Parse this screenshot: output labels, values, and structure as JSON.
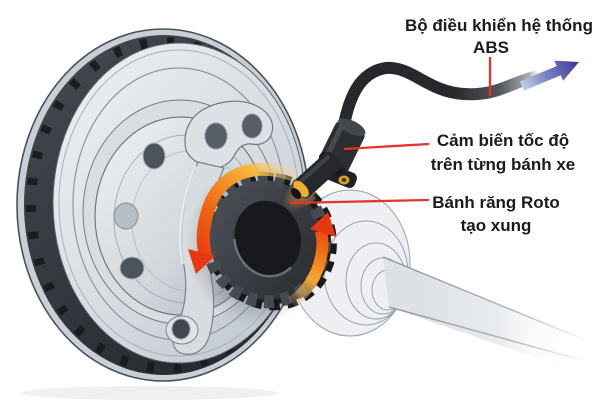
{
  "labels": {
    "abs_controller": {
      "line1": "Bộ điều khiển hệ thống",
      "line2": "ABS"
    },
    "wheel_speed_sensor": {
      "line1": "Cảm biến tốc độ",
      "line2": "trên từng bánh xe"
    },
    "rotor_ring": {
      "line1": "Bánh răng Roto",
      "line2": "tạo xung"
    }
  },
  "colors": {
    "background": "#ffffff",
    "label_text": "#1b1b1b",
    "leader_line": "#e5342b",
    "cable": "#26282c",
    "rotation_arrow_red": "#e93810",
    "rotation_arrow_orange": "#f5a52c",
    "signal_arrow_blue": "#3b3797",
    "tone_ring": "#3c4046",
    "sensor_body": "#26282d",
    "sensor_accent": "#eaaf33",
    "disc_metal": "#dfe3e7"
  }
}
